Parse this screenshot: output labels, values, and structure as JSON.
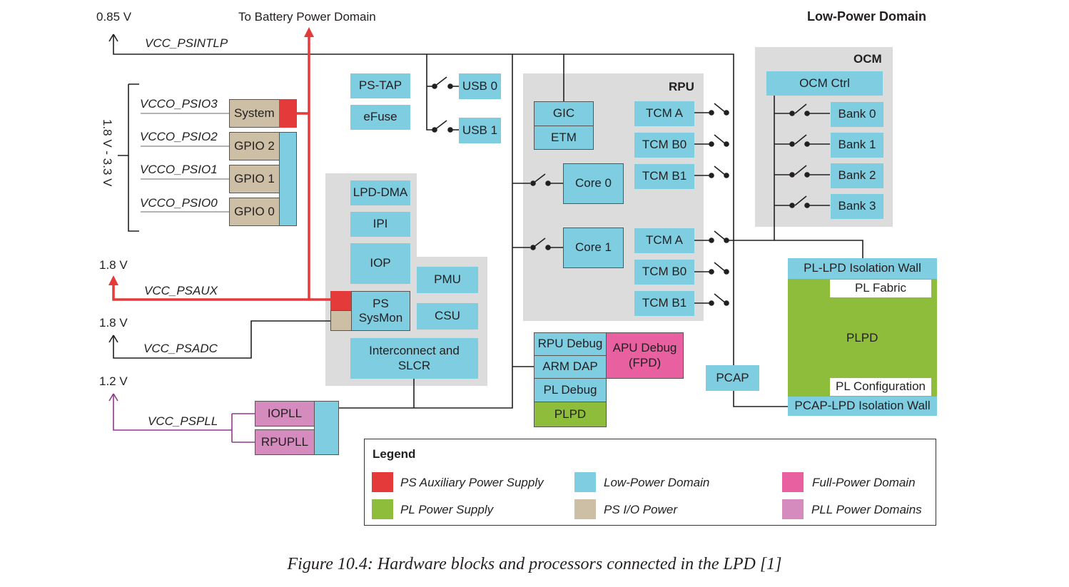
{
  "title": "Low-Power Domain",
  "voltages": {
    "v085": "0.85 V",
    "v18_aux": "1.8 V",
    "v18_adc": "1.8 V",
    "v12": "1.2 V",
    "range": "1.8 V - 3.3 V",
    "battery": "To Battery Power Domain"
  },
  "rails": {
    "psintlp": "VCC_PSINTLP",
    "psio3": "VCCO_PSIO3",
    "psio2": "VCCO_PSIO2",
    "psio1": "VCCO_PSIO1",
    "psio0": "VCCO_PSIO0",
    "psaux": "VCC_PSAUX",
    "psadc": "VCC_PSADC",
    "pspll": "VCC_PSPLL"
  },
  "io": {
    "system": "System",
    "gpio2": "GPIO 2",
    "gpio1": "GPIO 1",
    "gpio0": "GPIO 0"
  },
  "blocks": {
    "pstap": "PS-TAP",
    "efuse": "eFuse",
    "usb0": "USB 0",
    "usb1": "USB 1",
    "lpddma": "LPD-DMA",
    "ipi": "IPI",
    "iop": "IOP",
    "pmu": "PMU",
    "csu": "CSU",
    "ps": "PS",
    "sysmon": "SysMon",
    "interconnect1": "Interconnect and",
    "interconnect2": "SLCR",
    "iopll": "IOPLL",
    "rpupll": "RPUPLL",
    "pcap": "PCAP"
  },
  "rpu": {
    "title": "RPU",
    "gic": "GIC",
    "etm": "ETM",
    "core0": "Core 0",
    "core1": "Core 1",
    "tcma0": "TCM A",
    "tcmb0_0": "TCM B0",
    "tcmb1_0": "TCM B1",
    "tcma1": "TCM A",
    "tcmb0_1": "TCM B0",
    "tcmb1_1": "TCM B1"
  },
  "debug": {
    "rpu": "RPU Debug",
    "armdap": "ARM DAP",
    "pl": "PL Debug",
    "plpd": "PLPD",
    "apu1": "APU Debug",
    "apu2": "(FPD)"
  },
  "ocm": {
    "title": "OCM",
    "ctrl": "OCM Ctrl",
    "bank0": "Bank 0",
    "bank1": "Bank 1",
    "bank2": "Bank 2",
    "bank3": "Bank 3"
  },
  "pl": {
    "lpd_wall": "PL-LPD Isolation Wall",
    "fabric": "PL Fabric",
    "plpd": "PLPD",
    "config": "PL Configuration",
    "pcap_wall": "PCAP-LPD Isolation Wall"
  },
  "legend": {
    "title": "Legend",
    "items": [
      {
        "label": "PS Auxiliary Power Supply",
        "color": "#e43a3a"
      },
      {
        "label": "Low-Power Domain",
        "color": "#7fcde0"
      },
      {
        "label": "Full-Power Domain",
        "color": "#e8609f"
      },
      {
        "label": "PL Power Supply",
        "color": "#8dbd3a"
      },
      {
        "label": "PS I/O Power",
        "color": "#cdbfa6"
      },
      {
        "label": "PLL Power Domains",
        "color": "#d58bbd"
      }
    ]
  },
  "caption": "Figure 10.4:  Hardware blocks and processors connected in the LPD [1]"
}
